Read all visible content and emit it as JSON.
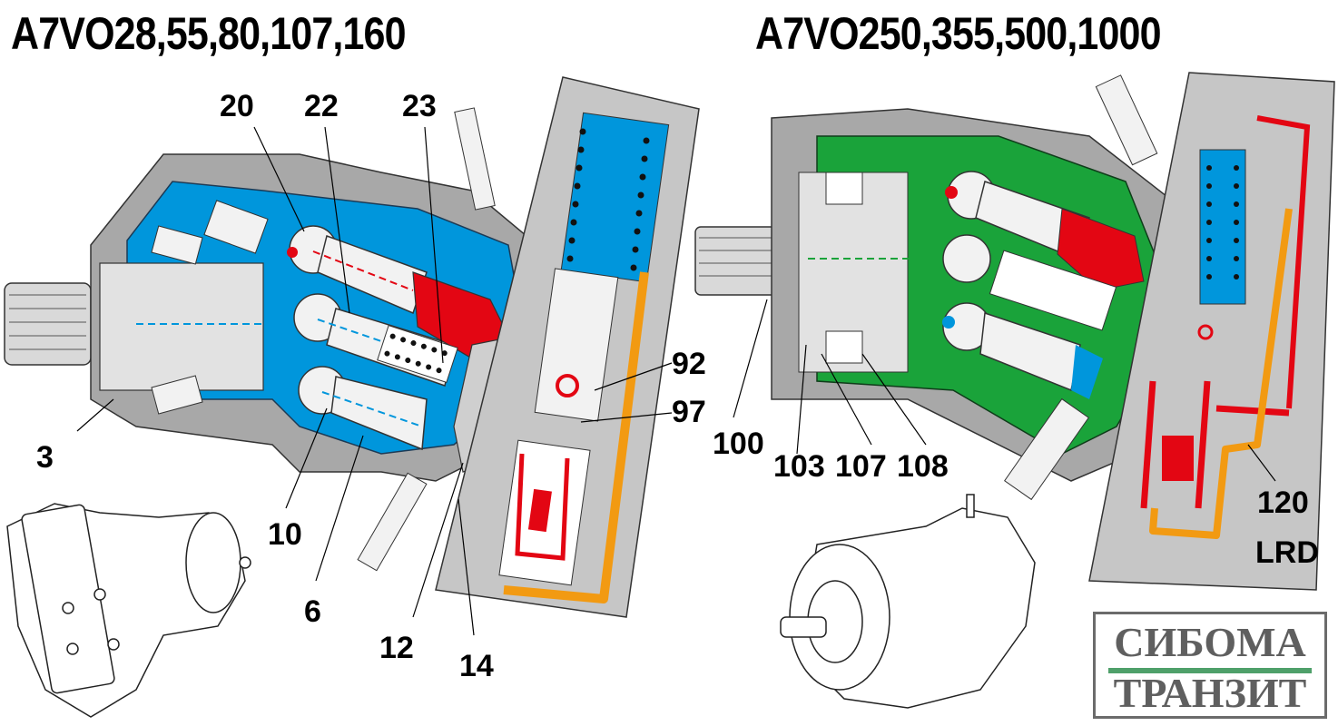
{
  "titles": {
    "left": "A7VO28,55,80,107,160",
    "right": "A7VO250,355,500,1000"
  },
  "callouts_left": [
    "20",
    "22",
    "23",
    "92",
    "97",
    "3",
    "10",
    "6",
    "12",
    "14"
  ],
  "callouts_right": [
    "100",
    "103",
    "107",
    "108",
    "120",
    "LRD"
  ],
  "logo": {
    "line1": "СИБОМА",
    "line2": "ТРАНЗИТ",
    "text_color": "#5f5f5f",
    "bar_color": "#4fa06a"
  },
  "colors": {
    "high_pressure": "#e30613",
    "low_pressure_blue": "#0096dc",
    "case_green": "#1aa33a",
    "control_orange": "#f29a12",
    "housing_gray": "#a8a8a8",
    "light_gray": "#d8d8d8"
  }
}
